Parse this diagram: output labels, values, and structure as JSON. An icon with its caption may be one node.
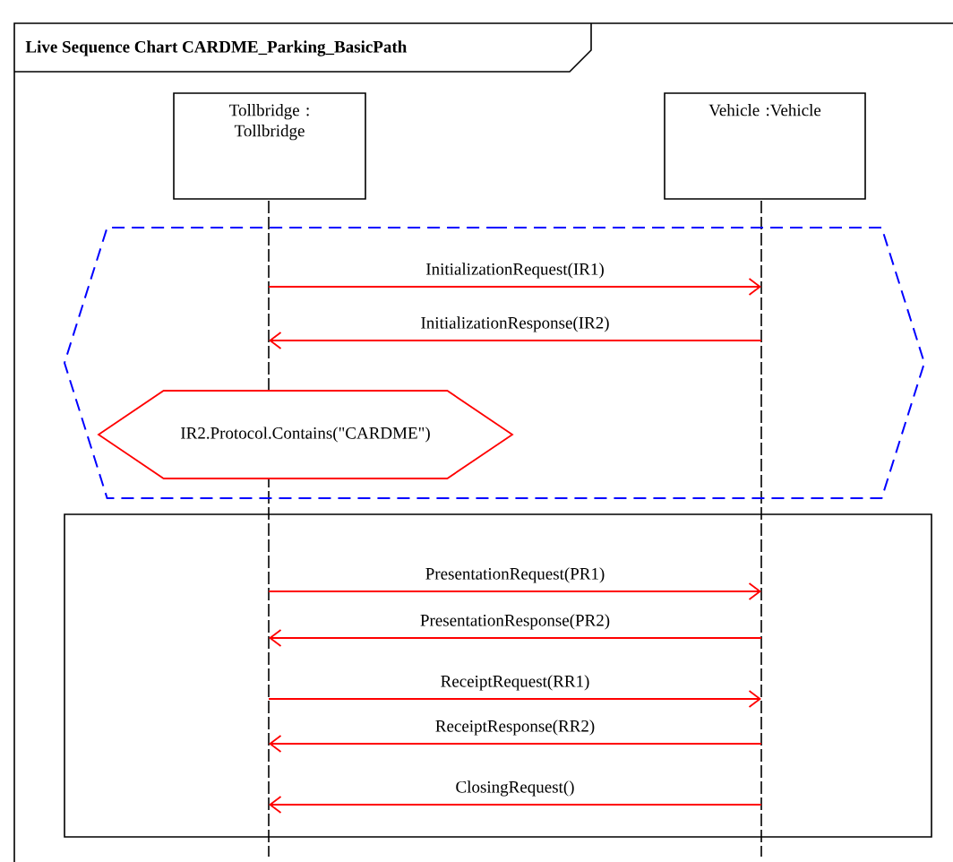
{
  "diagram": {
    "nodes": [
      {
        "text": [
          "Live Sequence Chart CARDME_Parking_BasicPath"
        ]
      },
      {
        "text": [
          "Tollbridge : Tollbridge"
        ],
        "in": 0
      },
      {
        "text": [
          "Vehicle :Vehicle"
        ],
        "in": 0
      },
      {
        "text": [],
        "shape": "line",
        "in": 0
      },
      {
        "text": [],
        "shape": "line",
        "in": 0
      },
      {
        "text": [],
        "shape": "hexagon",
        "in": 0
      },
      {
        "text": [
          "IR2.Protocol.Contains(\"CARDME\")"
        ],
        "in": 5
      }
    ],
    "edges": [
      {
        "from": 3,
        "to": 4,
        "arrow": "to",
        "label": "InitializationRequest(IR1)"
      },
      {
        "from": 4,
        "to": 3,
        "arrow": "to",
        "label": "InitializationResponse(IR2)"
      },
      {
        "from": 3,
        "to": 4,
        "arrow": "to",
        "label": "PresentationRequest(PR1)"
      },
      {
        "from": 4,
        "to": 3,
        "arrow": "to",
        "label": "PresentationResponse(PR2)"
      },
      {
        "from": 3,
        "to": 4,
        "arrow": "to",
        "label": "ReceiptRequest(RR1)"
      },
      {
        "from": 4,
        "to": 3,
        "arrow": "to",
        "label": "ReceiptResponse(RR2)"
      },
      {
        "from": 4,
        "to": 3,
        "arrow": "to",
        "label": "ClosingRequest()"
      }
    ]
  }
}
